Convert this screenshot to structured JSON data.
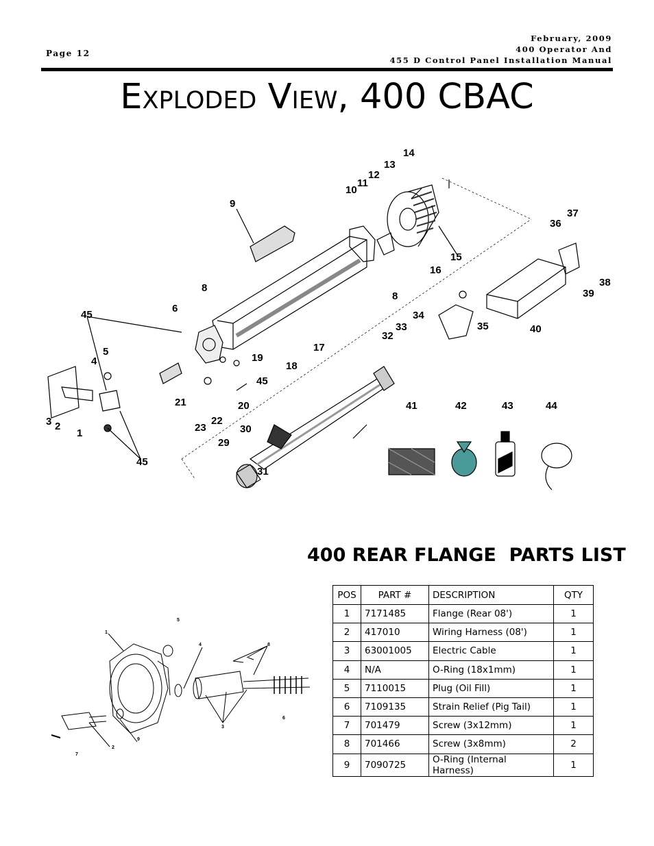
{
  "header": {
    "page_label": "Page 12",
    "right_lines": [
      "February, 2009",
      "400 Operator And",
      "455 D Control Panel Installation Manual"
    ]
  },
  "title": {
    "first_letter_1": "E",
    "rest_1": "XPLODED",
    "first_letter_2": "V",
    "rest_2": "IEW",
    "tail": ", 400 CBAC"
  },
  "diagram_labels": {
    "n1": "1",
    "n2": "2",
    "n3": "3",
    "n4": "4",
    "n5": "5",
    "n6": "6",
    "n8a": "8",
    "n8b": "8",
    "n9": "9",
    "n10": "10",
    "n11": "11",
    "n12": "12",
    "n13": "13",
    "n14": "14",
    "n15": "15",
    "n16": "16",
    "n17": "17",
    "n18": "18",
    "n19": "19",
    "n20": "20",
    "n21": "21",
    "n22": "22",
    "n23": "23",
    "n29": "29",
    "n30": "30",
    "n31": "31",
    "n32": "32",
    "n33": "33",
    "n34": "34",
    "n35": "35",
    "n36": "36",
    "n37": "37",
    "n38": "38",
    "n39": "39",
    "n40": "40",
    "n41": "41",
    "n42": "42",
    "n43": "43",
    "n44": "44",
    "n45a": "45",
    "n45b": "45",
    "n45c": "45"
  },
  "parts_list": {
    "title": "400 REAR FLANGE  PARTS LIST",
    "headers": {
      "pos": "POS",
      "part": "PART #",
      "desc": "DESCRIPTION",
      "qty": "QTY"
    },
    "rows": [
      {
        "pos": "1",
        "part": "7171485",
        "desc": "Flange (Rear 08')",
        "qty": "1"
      },
      {
        "pos": "2",
        "part": "417010",
        "desc": "Wiring Harness (08')",
        "qty": "1"
      },
      {
        "pos": "3",
        "part": "63001005",
        "desc": "Electric Cable",
        "qty": "1"
      },
      {
        "pos": "4",
        "part": "N/A",
        "desc": "O-Ring (18x1mm)",
        "qty": "1"
      },
      {
        "pos": "5",
        "part": "7110015",
        "desc": "Plug (Oil Fill)",
        "qty": "1"
      },
      {
        "pos": "6",
        "part": "7109135",
        "desc": "Strain Relief (Pig Tail)",
        "qty": "1"
      },
      {
        "pos": "7",
        "part": "701479",
        "desc": "Screw (3x12mm)",
        "qty": "1"
      },
      {
        "pos": "8",
        "part": "701466",
        "desc": "Screw (3x8mm)",
        "qty": "2"
      },
      {
        "pos": "9",
        "part": "7090725",
        "desc": "O-Ring (Internal Harness)",
        "qty": "1"
      }
    ]
  },
  "flange_labels": {
    "f1": "1",
    "f2": "2",
    "f3": "3",
    "f4": "4",
    "f5": "5",
    "f6": "6",
    "f7": "7",
    "f8": "8",
    "f9": "9"
  }
}
